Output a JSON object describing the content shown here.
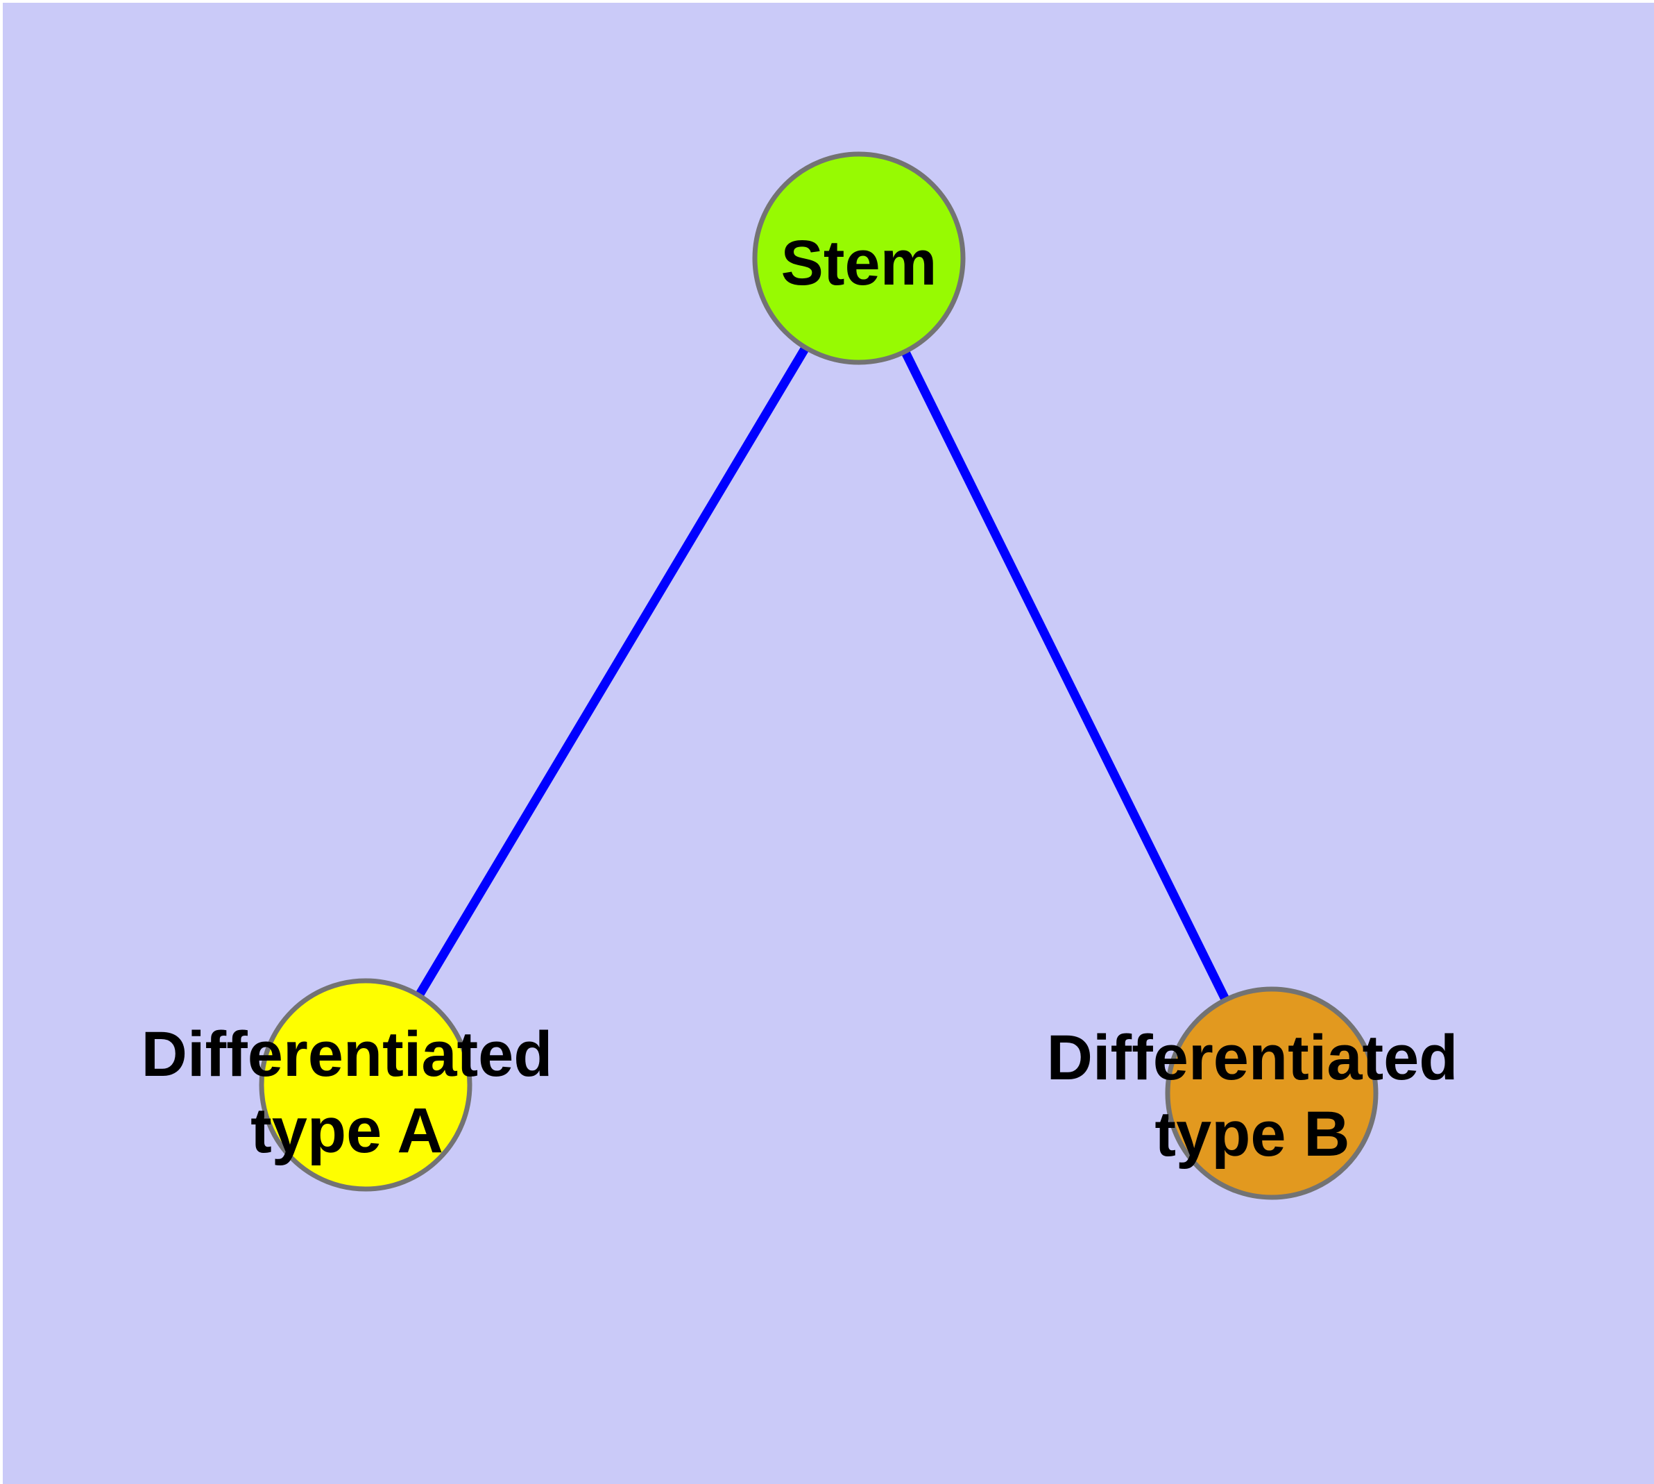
{
  "diagram": {
    "type": "graph",
    "background_color": "#cacaf8",
    "margin_color": "#ffffff",
    "edge_color": "#0000ff",
    "node_border_color": "#737373",
    "label_color": "#000000",
    "nodes": [
      {
        "id": "stem",
        "label": "Stem",
        "label_lines": [
          "Stem"
        ],
        "fill": "#97fa02"
      },
      {
        "id": "differentiated-type-a",
        "label": "Differentiated type A",
        "label_lines": [
          "Differentiated",
          "type A"
        ],
        "fill": "#fefe00"
      },
      {
        "id": "differentiated-type-b",
        "label": "Differentiated type B",
        "label_lines": [
          "Differentiated",
          "type B"
        ],
        "fill": "#e2991f"
      }
    ],
    "edges": [
      {
        "from": "stem",
        "to": "differentiated-type-a"
      },
      {
        "from": "stem",
        "to": "differentiated-type-b"
      }
    ]
  }
}
